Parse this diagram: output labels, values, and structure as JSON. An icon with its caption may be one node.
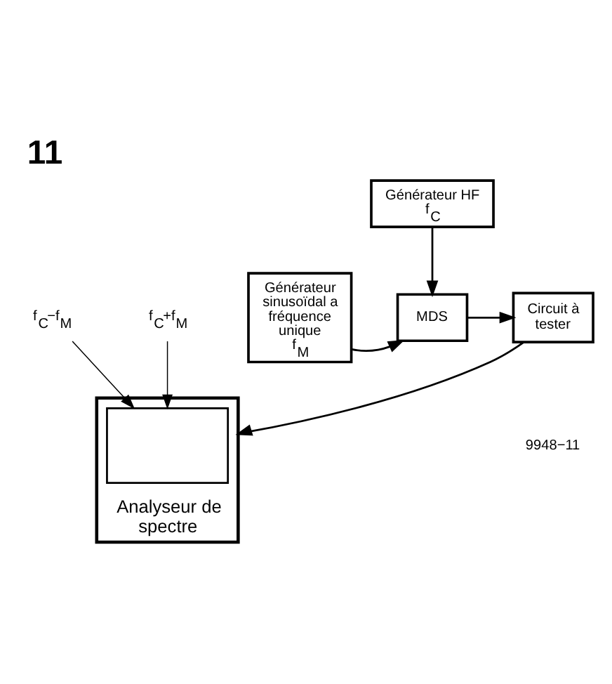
{
  "diagram": {
    "title": "11",
    "nodes": [
      {
        "text": [
          "Générateur HF",
          "f$_{C}$"
        ]
      },
      {
        "text": [
          "Générateur sinusoïdal a fréquence unique",
          "f$_{M}$"
        ]
      },
      {
        "text": [
          "MDS"
        ]
      },
      {
        "text": [
          "Circuit à tester"
        ]
      },
      {
        "text": [
          "Analyseur de spectre"
        ]
      },
      {
        "text": [],
        "shape": "box",
        "in": 4
      },
      {
        "text": [
          "f$_{C}$−f$_{M}$"
        ]
      },
      {
        "text": [
          "f$_{C}$+f$_{M}$"
        ]
      }
    ],
    "edges": [
      {
        "from": 0,
        "to": 2,
        "arrow": "to"
      },
      {
        "from": 1,
        "to": 2,
        "arrow": "to"
      },
      {
        "from": 2,
        "to": 3,
        "arrow": "to"
      },
      {
        "from": 3,
        "to": 4,
        "arrow": "to"
      },
      {
        "from": 6,
        "to": 5,
        "arrow": "to"
      },
      {
        "from": 7,
        "to": 5,
        "arrow": "to"
      }
    ],
    "labels": [
      "9948−11"
    ]
  }
}
